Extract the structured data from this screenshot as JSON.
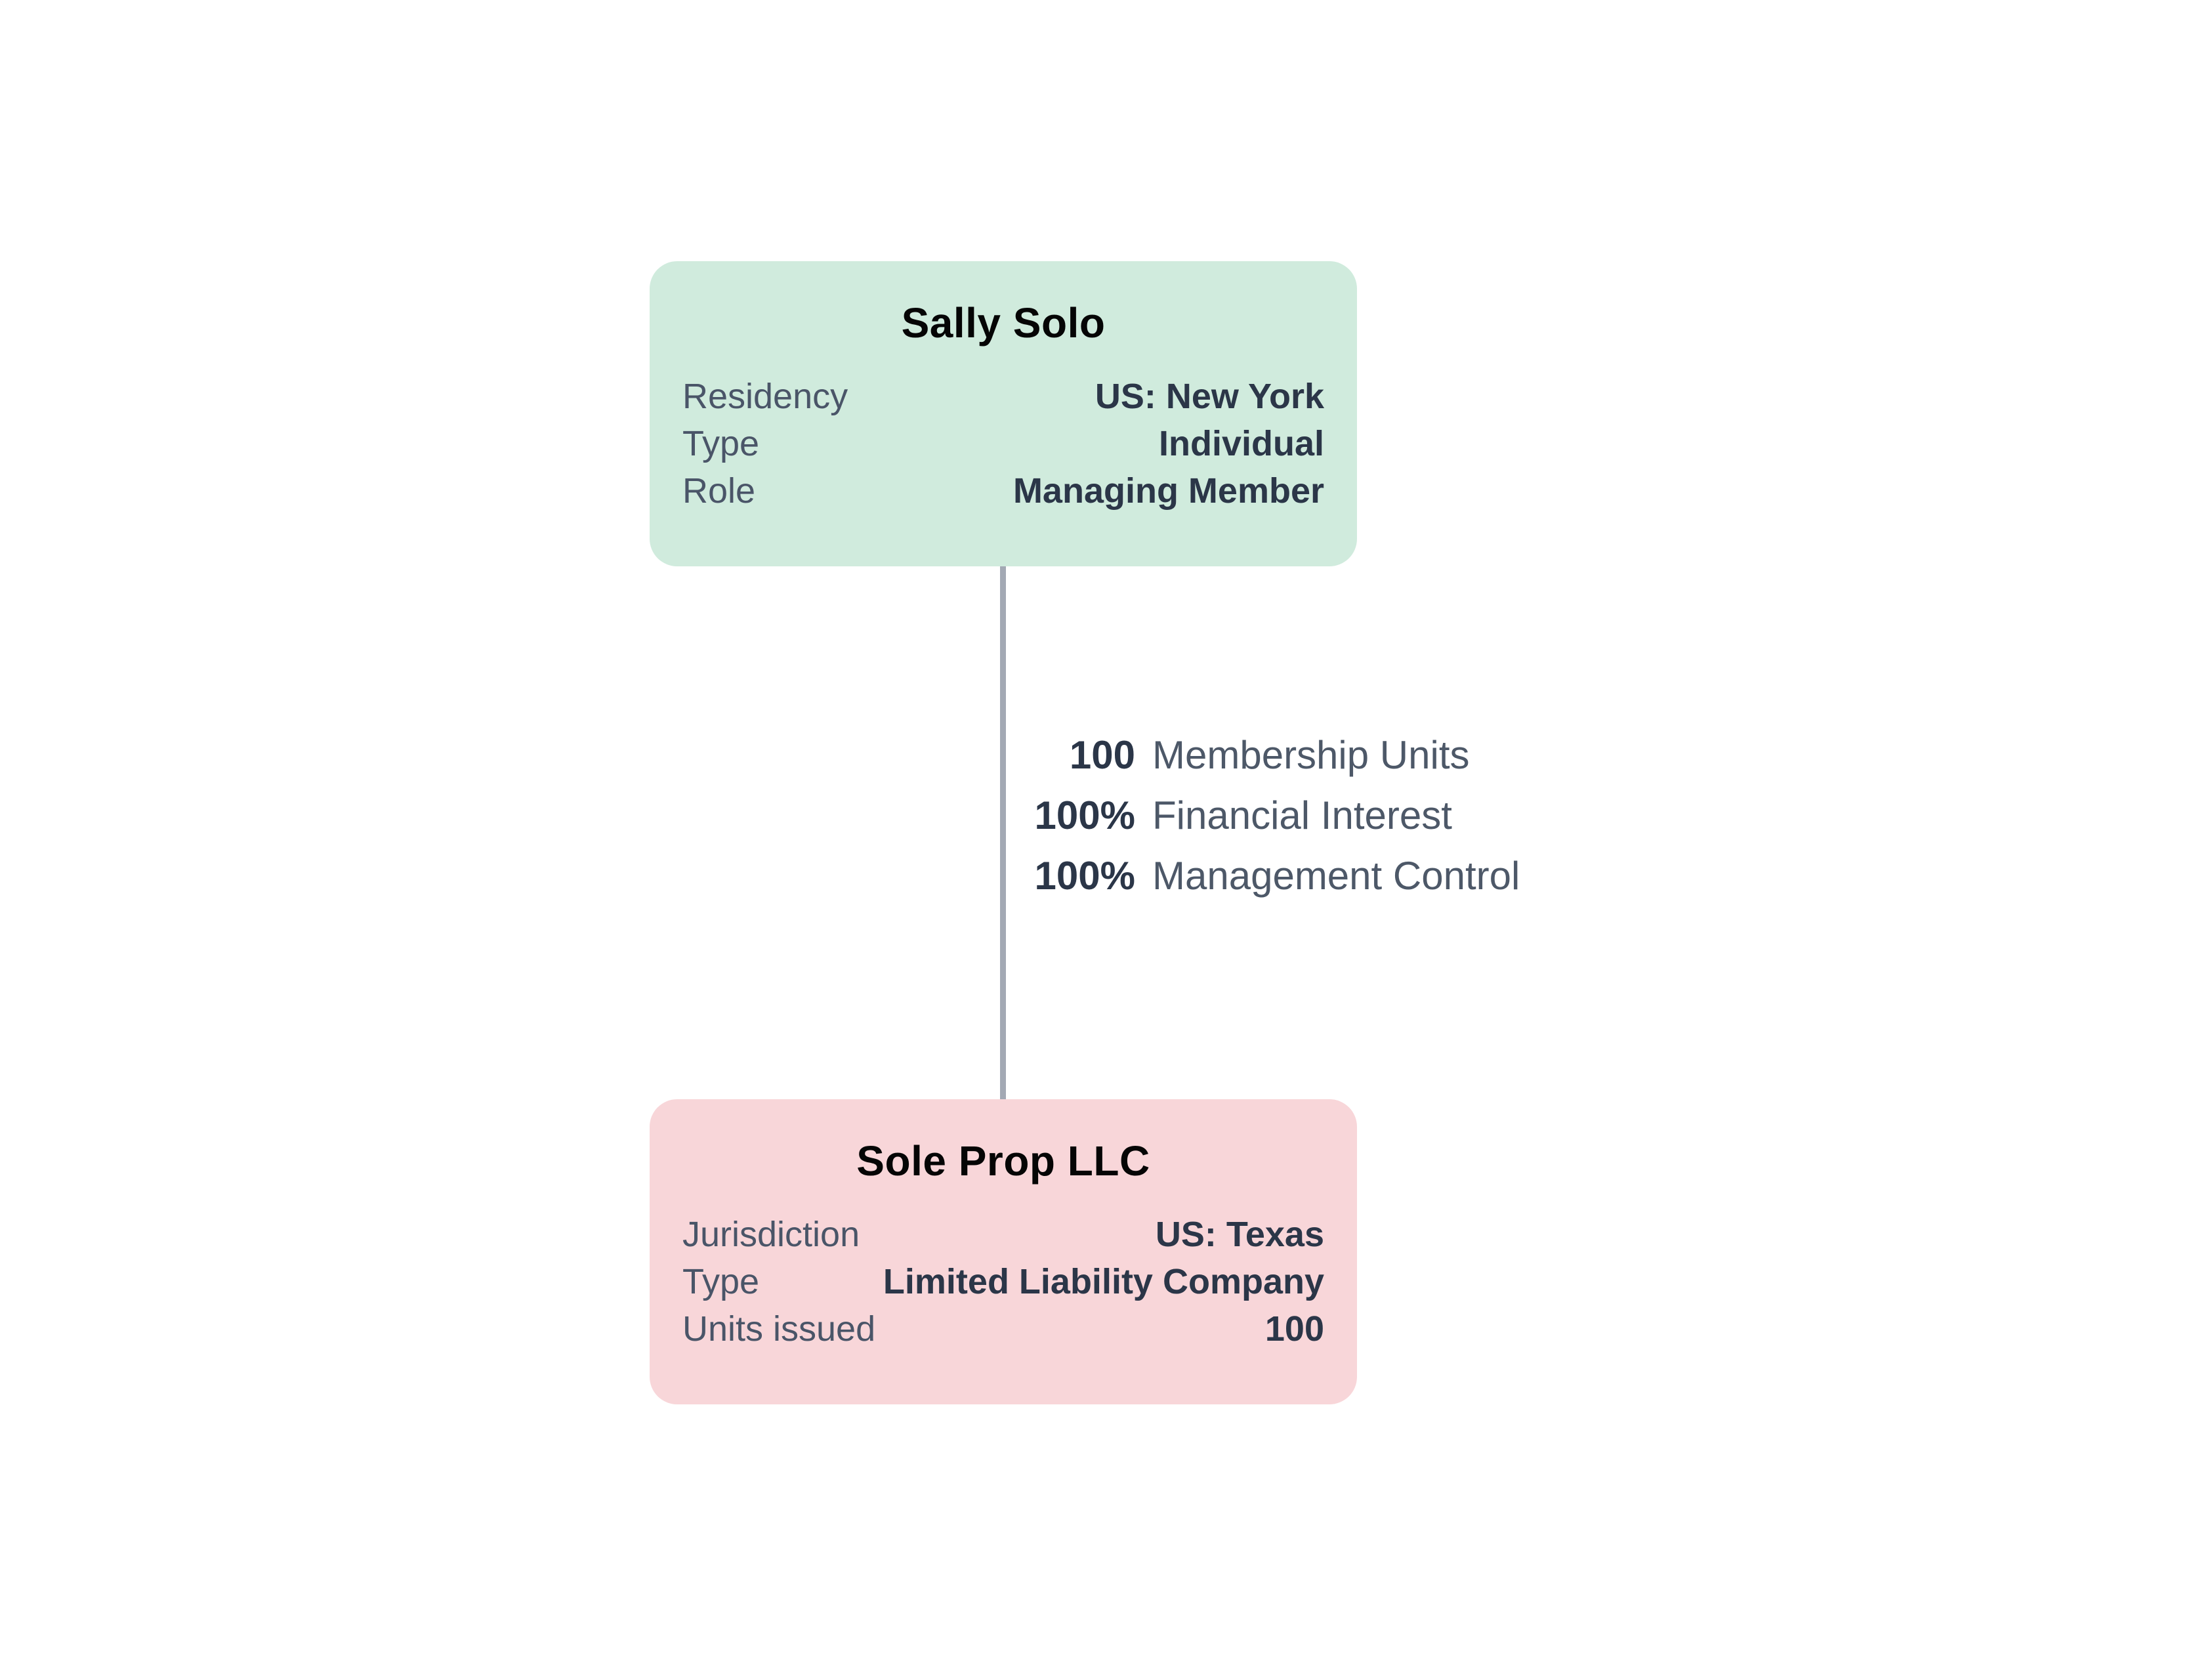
{
  "diagram": {
    "nodes": [
      {
        "id": "sally-solo",
        "title": "Sally Solo",
        "kind": "person",
        "fields": [
          {
            "label": "Residency",
            "value": "US: New York"
          },
          {
            "label": "Type",
            "value": "Individual"
          },
          {
            "label": "Role",
            "value": "Managing Member"
          }
        ]
      },
      {
        "id": "sole-prop-llc",
        "title": "Sole Prop LLC",
        "kind": "entity",
        "fields": [
          {
            "label": "Jurisdiction",
            "value": "US: Texas"
          },
          {
            "label": "Type",
            "value": "Limited Liability Company"
          },
          {
            "label": "Units issued",
            "value": "100"
          }
        ]
      }
    ],
    "edge": {
      "labels": [
        {
          "value": "100",
          "text": "Membership Units"
        },
        {
          "value": "100%",
          "text": "Financial Interest"
        },
        {
          "value": "100%",
          "text": "Management Control"
        }
      ]
    },
    "colors": {
      "person_node_bg": "#d0ebdd",
      "entity_node_bg": "#f8d6d9",
      "field_label_text": "#4a5568",
      "field_value_text": "#2b3648",
      "edge_line": "#a3a9b4",
      "edge_value_text": "#2b3648",
      "edge_label_text": "#4d5868",
      "title_text": "#050505",
      "page_bg": "#ffffff"
    }
  }
}
